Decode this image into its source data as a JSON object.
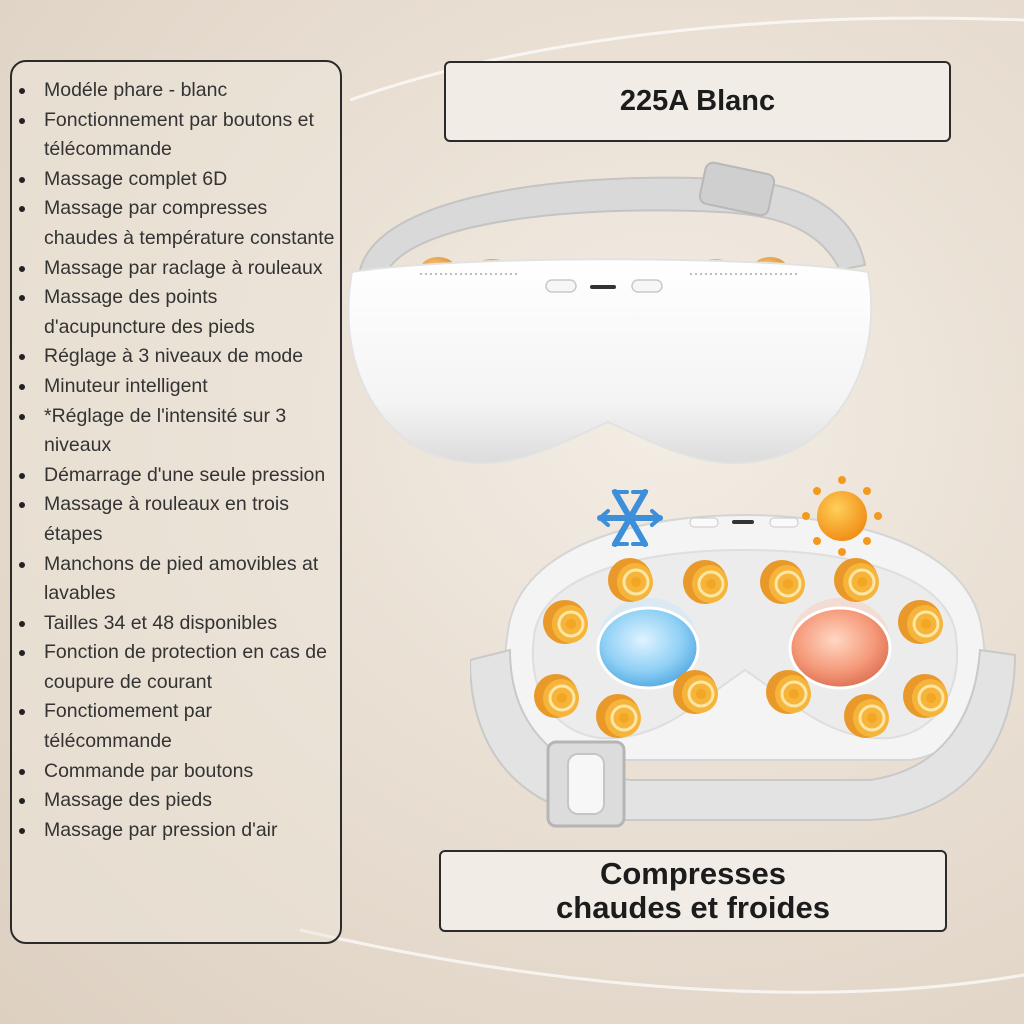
{
  "features": [
    "Modéle phare - blanc",
    "Fonctionnement par boutons et télécommande",
    "Massage complet 6D",
    "Massage par compresses chaudes à température constante",
    "Massage par raclage à rouleaux",
    "Massage des points d'acupuncture des pieds",
    "Réglage à 3 niveaux de mode",
    "Minuteur intelligent",
    "*Réglage de l'intensité sur 3 niveaux",
    "Démarrage d'une seule pression",
    "Massage à rouleaux en trois étapes",
    "Manchons de pied amovibles at lavables",
    "Tailles 34 et 48 disponibles",
    "Fonction de protection en cas de coupure de courant",
    "Fonctiomement par télécommande",
    "Commande par boutons",
    "Massage des pieds",
    "Massage par pression d'air"
  ],
  "model_caption": "225A Blanc",
  "feature_caption": [
    "Compresses",
    "chaudes et froides"
  ],
  "icons": {
    "cold": "snowflake-icon",
    "heat": "sun-icon"
  },
  "colors": {
    "cold": "#3d8fd9",
    "heat": "#f39a1e",
    "roller": "#f0a52a"
  }
}
